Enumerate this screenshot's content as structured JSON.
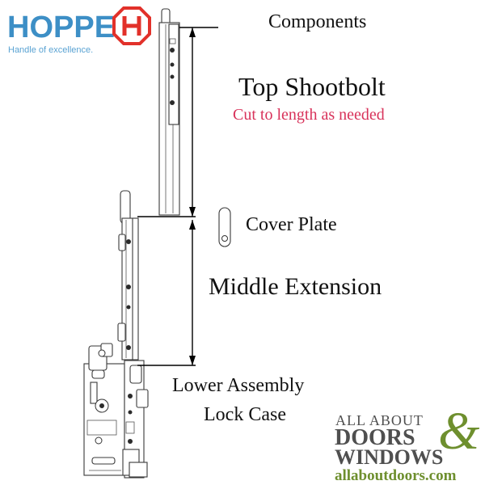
{
  "brand": {
    "name": "HOPPE",
    "tagline": "Handle of excellence.",
    "color": "#3d8fc6",
    "mark_color": "#e2312a"
  },
  "labels": {
    "components": "Components",
    "top_shootbolt": "Top Shootbolt",
    "cut_note": "Cut to length as needed",
    "cover_plate": "Cover Plate",
    "middle_extension": "Middle Extension",
    "lower_assembly": "Lower Assembly",
    "lock_case": "Lock Case"
  },
  "colors": {
    "text": "#111111",
    "cut_note": "#d8325a",
    "dealer_dark": "#4f4f4f",
    "dealer_green": "#6e8f2e"
  },
  "dealer": {
    "line1": "ALL ABOUT",
    "line2": "DOORS",
    "line3": "WINDOWS",
    "ampersand": "&",
    "url": "allaboutdoors.com"
  }
}
